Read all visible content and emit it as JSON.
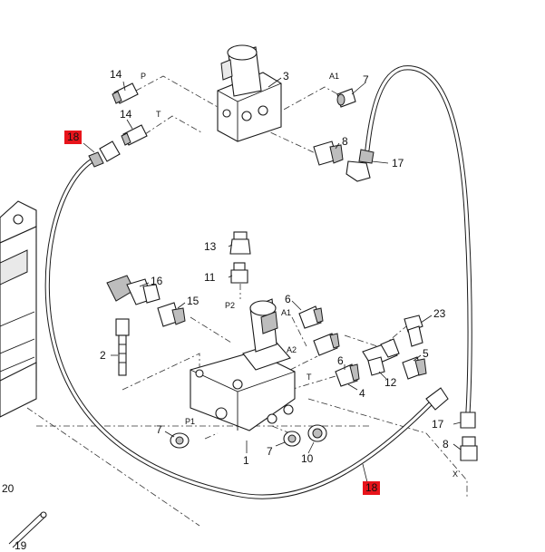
{
  "callouts": {
    "c14a": "14",
    "c3": "3",
    "c7a": "7",
    "c14b": "14",
    "c18a": "18",
    "c8a": "8",
    "c17a": "17",
    "c13": "13",
    "c11": "11",
    "c16": "16",
    "c15": "15",
    "c6a": "6",
    "c23": "23",
    "c2": "2",
    "c5": "5",
    "c6b": "6",
    "c12": "12",
    "c4": "4",
    "c7b": "7",
    "c7c": "7",
    "c10": "10",
    "c1": "1",
    "c17b": "17",
    "c8b": "8",
    "c18b": "18",
    "c20": "20",
    "c19": "19"
  },
  "ports": {
    "p_top": "P",
    "t_top": "T",
    "a1_top": "A1",
    "p2": "P2",
    "a1_mid": "A1",
    "a2": "A2",
    "t_mid": "T",
    "p1": "P1",
    "x": "X"
  },
  "colors": {
    "highlight": "#e8141b",
    "line": "#1a1a1a"
  }
}
